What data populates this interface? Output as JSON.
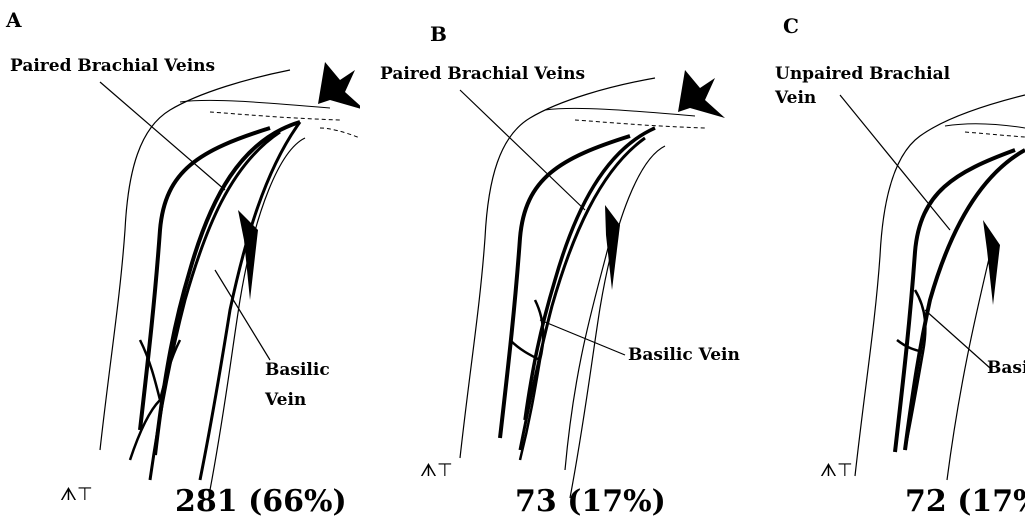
{
  "panels": [
    {
      "letter": "A",
      "label_top": "Paired Brachial Veins",
      "label_vein_line1": "Basilic",
      "label_vein_line2": "Vein",
      "count": "281 (66%)"
    },
    {
      "letter": "B",
      "label_top": "Paired Brachial Veins",
      "label_vein": "Basilic Vein",
      "count": "73 (17%)"
    },
    {
      "letter": "C",
      "label_top_line1": "Unpaired Brachial",
      "label_top_line2": "Vein",
      "label_vein": "Basi",
      "count": "72 (17%"
    }
  ]
}
